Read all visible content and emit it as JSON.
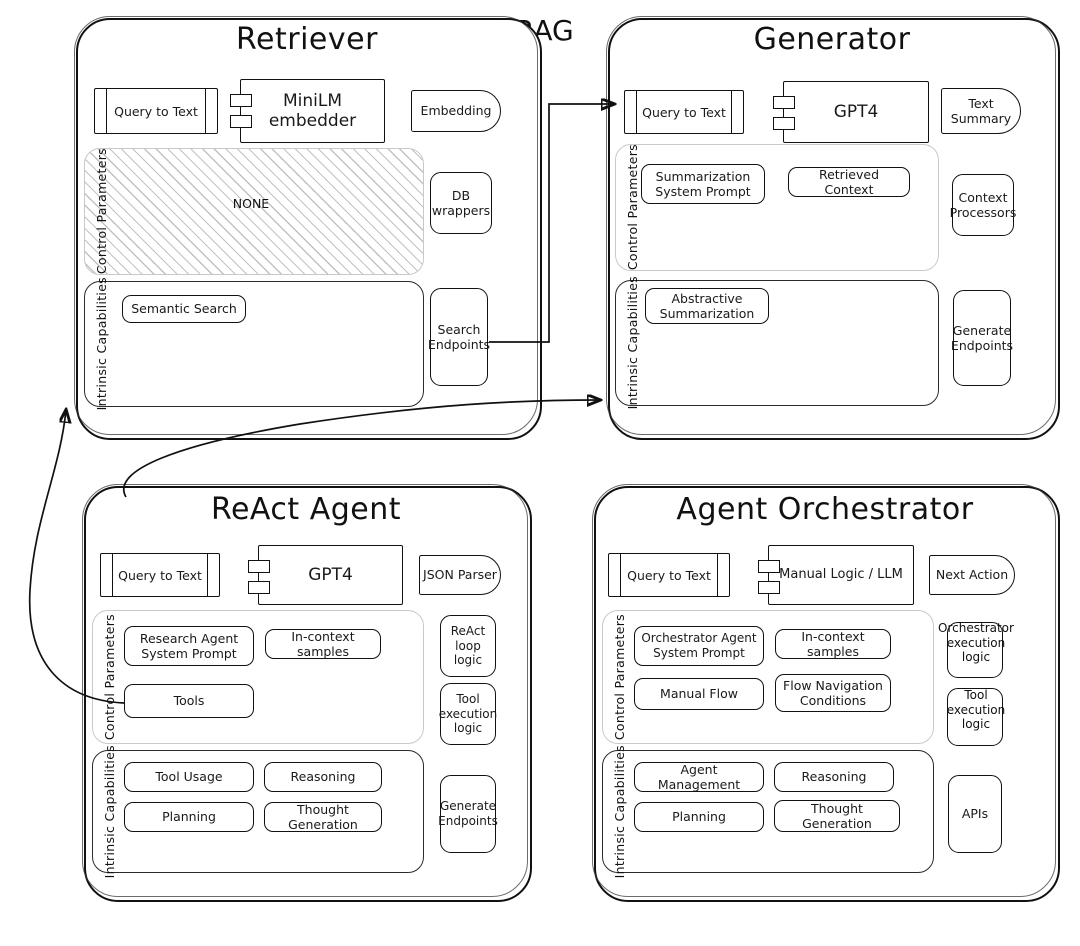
{
  "diagram": {
    "title": "RAG",
    "panels": [
      {
        "id": "retriever",
        "title": "Retriever",
        "header_row": {
          "input": "Query to Text",
          "model": "MiniLM\nembedder",
          "output": "Embedding"
        },
        "control_parameters": {
          "label": "Control Parameters",
          "empty_text": "NONE",
          "items": [],
          "side_items": [
            "DB\nwrappers"
          ]
        },
        "intrinsic_capabilities": {
          "label": "Intrinsic Capabilities",
          "items": [
            "Semantic Search"
          ],
          "side_items": [
            "Search\nEndpoints"
          ]
        }
      },
      {
        "id": "generator",
        "title": "Generator",
        "header_row": {
          "input": "Query to Text",
          "model": "GPT4",
          "output": "Text\nSummary"
        },
        "control_parameters": {
          "label": "Control Parameters",
          "empty_text": "",
          "items": [
            "Summarization\nSystem Prompt",
            "Retrieved Context"
          ],
          "side_items": [
            "Context\nProcessors"
          ]
        },
        "intrinsic_capabilities": {
          "label": "Intrinsic Capabilities",
          "items": [
            "Abstractive\nSummarization"
          ],
          "side_items": [
            "Generate\nEndpoints"
          ]
        }
      },
      {
        "id": "react-agent",
        "title": "ReAct Agent",
        "header_row": {
          "input": "Query to Text",
          "model": "GPT4",
          "output": "JSON Parser"
        },
        "control_parameters": {
          "label": "Control Parameters",
          "empty_text": "",
          "items": [
            "Research Agent\nSystem Prompt",
            "In-context samples",
            "Tools"
          ],
          "side_items": [
            "ReAct\nloop\nlogic",
            "Tool\nexecution\nlogic"
          ]
        },
        "intrinsic_capabilities": {
          "label": "Intrinsic Capabilities",
          "items": [
            "Tool Usage",
            "Reasoning",
            "Planning",
            "Thought Generation"
          ],
          "side_items": [
            "Generate\nEndpoints"
          ]
        }
      },
      {
        "id": "agent-orchestrator",
        "title": "Agent Orchestrator",
        "header_row": {
          "input": "Query to Text",
          "model": "Manual Logic / LLM",
          "output": "Next Action"
        },
        "control_parameters": {
          "label": "Control Parameters",
          "empty_text": "",
          "items": [
            "Orchestrator Agent\nSystem Prompt",
            "In-context samples",
            "Manual Flow",
            "Flow Navigation\nConditions"
          ],
          "side_items": [
            "Orchestrator\nexecution\nlogic",
            "Tool\nexecution\nlogic"
          ]
        },
        "intrinsic_capabilities": {
          "label": "Intrinsic Capabilities",
          "items": [
            "Agent Management",
            "Reasoning",
            "Planning",
            "Thought Generation"
          ],
          "side_items": [
            "APIs"
          ]
        }
      }
    ],
    "connections": [
      {
        "from": "retriever-search-endpoints",
        "to": "generator-query-to-text"
      },
      {
        "from": "react-agent-top",
        "to": "generator-intrinsic"
      },
      {
        "from": "retriever-bottom",
        "to": "react-agent-tools"
      }
    ],
    "colors": {
      "stroke": "#111111",
      "control_border": "#c9c9c9",
      "hatch": "#c2c2c2",
      "background": "#ffffff"
    }
  }
}
